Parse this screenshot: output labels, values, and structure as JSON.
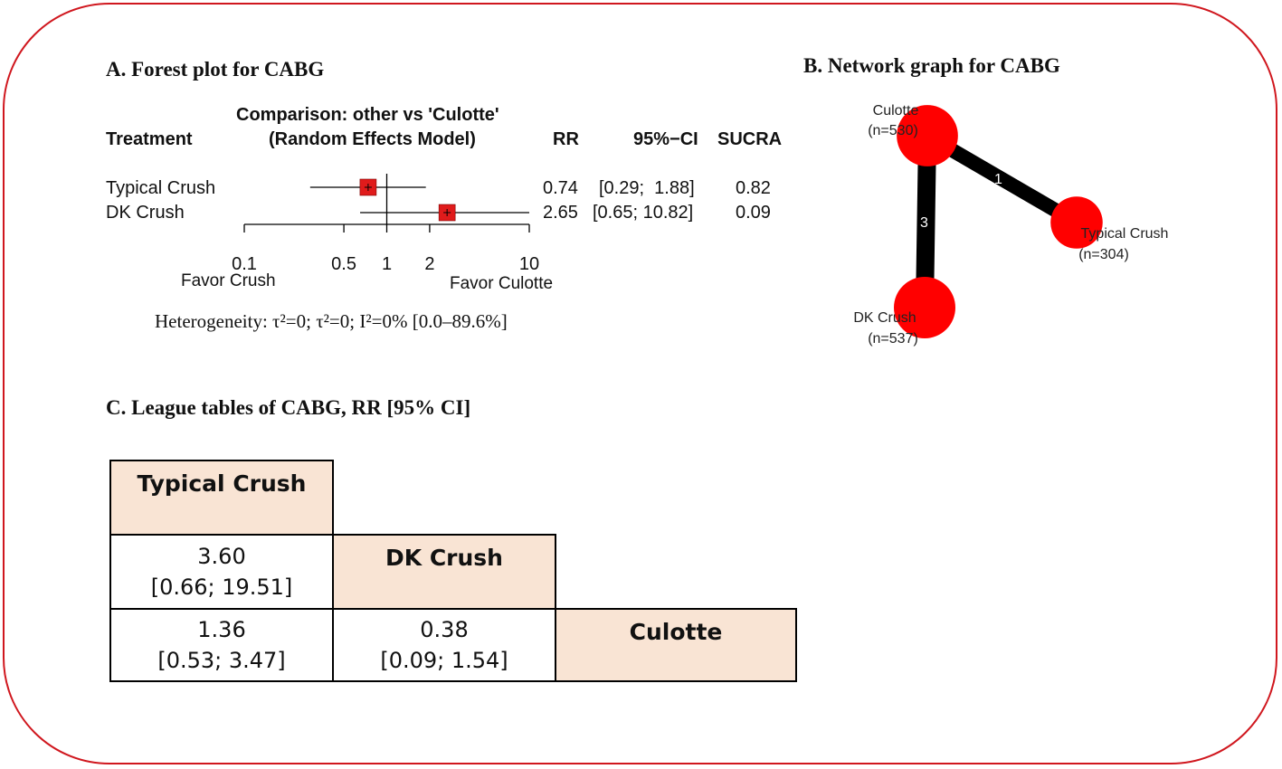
{
  "panels": {
    "a_title": "A. Forest plot for CABG",
    "b_title": "B. Network graph for CABG",
    "c_title": "C. League tables of CABG, RR [95% CI]"
  },
  "forest": {
    "header_comparison_line1": "Comparison: other vs 'Culotte'",
    "header_comparison_line2": "(Random Effects Model)",
    "header_treatment": "Treatment",
    "header_rr": "RR",
    "header_ci": "95%−CI",
    "header_sucra": "SUCRA",
    "favor_left": "Favor Crush",
    "favor_right": "Favor Culotte",
    "heterogeneity_text": "Heterogeneity: τ²=0; τ²=0; I²=0% [0.0–89.6%]",
    "rows": [
      {
        "treatment": "Typical Crush",
        "rr_text": "0.74",
        "ci_text": "[0.29;  1.88]",
        "sucra_text": "0.82"
      },
      {
        "treatment": "DK Crush",
        "rr_text": "2.65",
        "ci_text": "[0.65; 10.82]",
        "sucra_text": "0.09"
      }
    ]
  },
  "chart_data": [
    {
      "type": "forest",
      "title": "A. Forest plot for CABG",
      "x_scale": "log",
      "xlim": [
        0.1,
        10
      ],
      "x_ticks": [
        0.1,
        0.5,
        1,
        2,
        10
      ],
      "x_tick_labels": [
        "0.1",
        "0.5",
        "1",
        "2",
        "10"
      ],
      "reference_line": 1,
      "marker_color": "#e01b1b",
      "series": [
        {
          "name": "Typical Crush",
          "estimate": 0.74,
          "lower": 0.29,
          "upper": 1.88,
          "sucra": 0.82
        },
        {
          "name": "DK Crush",
          "estimate": 2.65,
          "lower": 0.65,
          "upper": 10.82,
          "sucra": 0.09
        }
      ]
    },
    {
      "type": "network",
      "title": "B. Network graph for CABG",
      "node_color": "#ff0000",
      "edge_color": "#000000",
      "nodes": [
        {
          "name": "Culotte",
          "n_label": "(n=530)",
          "n": 530
        },
        {
          "name": "Typical Crush",
          "n_label": "(n=304)",
          "n": 304
        },
        {
          "name": "DK Crush",
          "n_label": "(n=537)",
          "n": 537
        }
      ],
      "edges": [
        {
          "from": "Culotte",
          "to": "Typical Crush",
          "studies": 1,
          "label": "1"
        },
        {
          "from": "Culotte",
          "to": "DK Crush",
          "studies": 3,
          "label": "3"
        }
      ]
    },
    {
      "type": "table",
      "title": "C. League tables of CABG, RR [95% CI]",
      "diagonal": [
        "Typical Crush",
        "DK Crush",
        "Culotte"
      ],
      "diagonal_color": "#f9e4d4",
      "cells": [
        {
          "row": 1,
          "col": 0,
          "value": "3.60",
          "ci": "[0.66; 19.51]"
        },
        {
          "row": 2,
          "col": 0,
          "value": "1.36",
          "ci": "[0.53; 3.47]"
        },
        {
          "row": 2,
          "col": 1,
          "value": "0.38",
          "ci": "[0.09; 1.54]"
        }
      ]
    }
  ]
}
